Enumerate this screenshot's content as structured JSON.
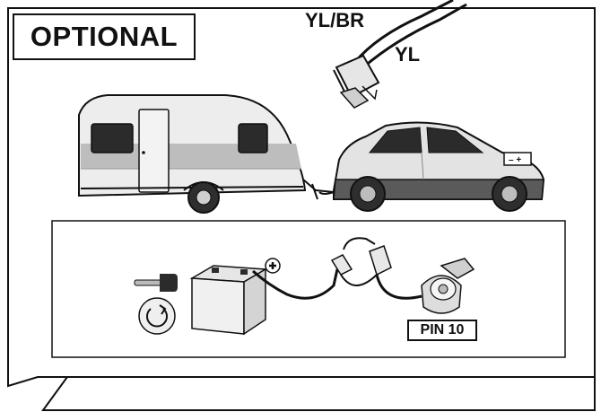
{
  "header": {
    "title": "OPTIONAL"
  },
  "connector": {
    "wire_label_ylbr": "YL/BR",
    "wire_label_yl": "YL"
  },
  "wiring_panel": {
    "pin_label": "PIN 10"
  },
  "icons": [
    "key-icon",
    "ignition-rotate-icon",
    "battery-icon",
    "positive-terminal-icon",
    "relay-module-icon",
    "socket-13-pin-icon",
    "car-battery-minus-plus-icon"
  ],
  "colors": {
    "line": "#111111",
    "body_light": "#ececec",
    "body_mid": "#bdbdbd",
    "body_dark": "#4a4a4a",
    "window": "#2b2b2b"
  }
}
